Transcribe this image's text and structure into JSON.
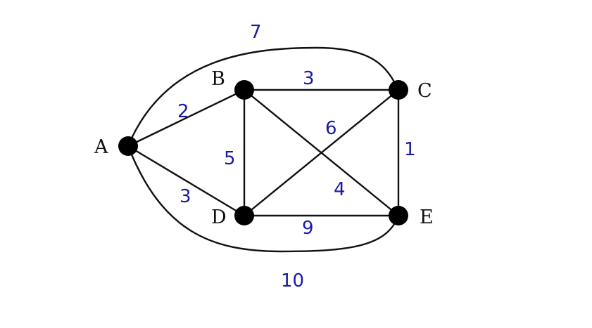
{
  "nodes": [
    {
      "id": "A",
      "label": "A"
    },
    {
      "id": "B",
      "label": "B"
    },
    {
      "id": "C",
      "label": "C"
    },
    {
      "id": "D",
      "label": "D"
    },
    {
      "id": "E",
      "label": "E"
    }
  ],
  "edges": [
    {
      "from": "A",
      "to": "B",
      "weight": "2"
    },
    {
      "from": "A",
      "to": "C",
      "weight": "7"
    },
    {
      "from": "A",
      "to": "D",
      "weight": "3"
    },
    {
      "from": "A",
      "to": "E",
      "weight": "10"
    },
    {
      "from": "B",
      "to": "C",
      "weight": "3"
    },
    {
      "from": "B",
      "to": "D",
      "weight": "5"
    },
    {
      "from": "B",
      "to": "E",
      "weight": "4"
    },
    {
      "from": "C",
      "to": "D",
      "weight": "6"
    },
    {
      "from": "C",
      "to": "E",
      "weight": "1"
    },
    {
      "from": "D",
      "to": "E",
      "weight": "9"
    }
  ],
  "colors": {
    "edge": "#111111",
    "node": "#000000",
    "weight": "#1a1aa8",
    "label": "#111111"
  }
}
